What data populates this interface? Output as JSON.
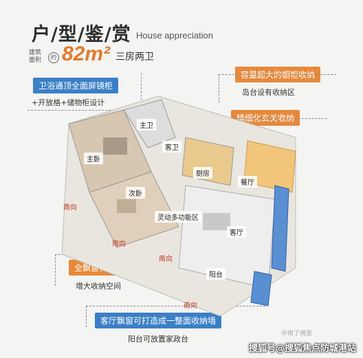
{
  "title": "户/型/鉴/赏",
  "title_en": "House appreciation",
  "area_label": "建筑面积",
  "about": "约",
  "area_value": "82m²",
  "rooms": "三房两卫",
  "callouts": {
    "bath_mirror": "卫浴通顶全面屏镜柜",
    "bath_note": "+开放格+储物柜设计",
    "cabinet": "容量超大的橱柜收纳",
    "cabinet_note": "岛台设有收纳区",
    "entry": "精细化玄关收纳",
    "window": "全飘窗，主卫双飘窗",
    "window_note": "增大收纳空间",
    "living_window": "客厅飘窗可打造成一整面收纳墙",
    "balcony_note": "阳台可放置家政台"
  },
  "rooms_labels": {
    "master_bath": "主卫",
    "guest_bath": "客卫",
    "master_bed": "主卧",
    "second_bed": "次卧",
    "kitchen": "厨房",
    "dining": "餐厅",
    "flex": "灵动多功能区",
    "living": "客厅",
    "balcony": "阳台"
  },
  "south": "南向",
  "watermark": "搜狐号@搜狐焦点防城港站",
  "watermark_small": "中南了佛里"
}
